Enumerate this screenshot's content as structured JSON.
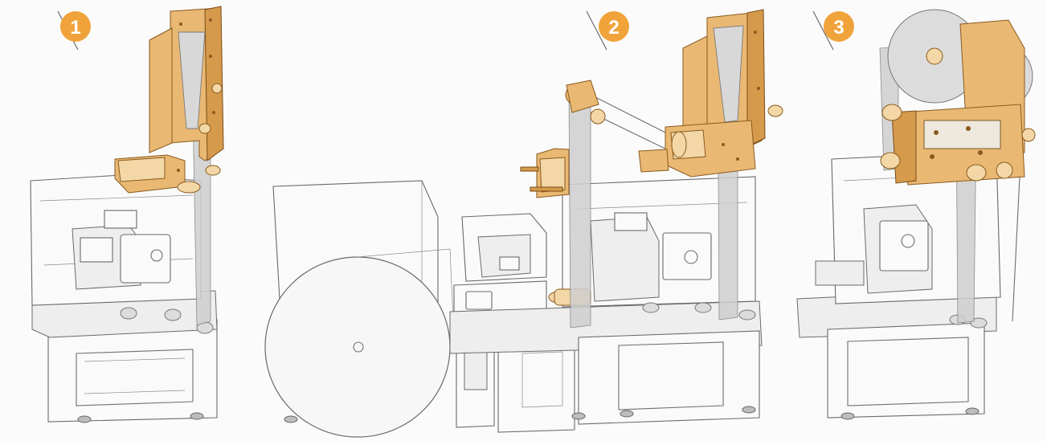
{
  "callouts": [
    {
      "number": "1"
    },
    {
      "number": "2"
    },
    {
      "number": "3"
    }
  ],
  "colors": {
    "accent": "#f0a33a",
    "module": "#e9b873",
    "machine_line": "#6a6a6a",
    "background": "#fbfbfb"
  }
}
